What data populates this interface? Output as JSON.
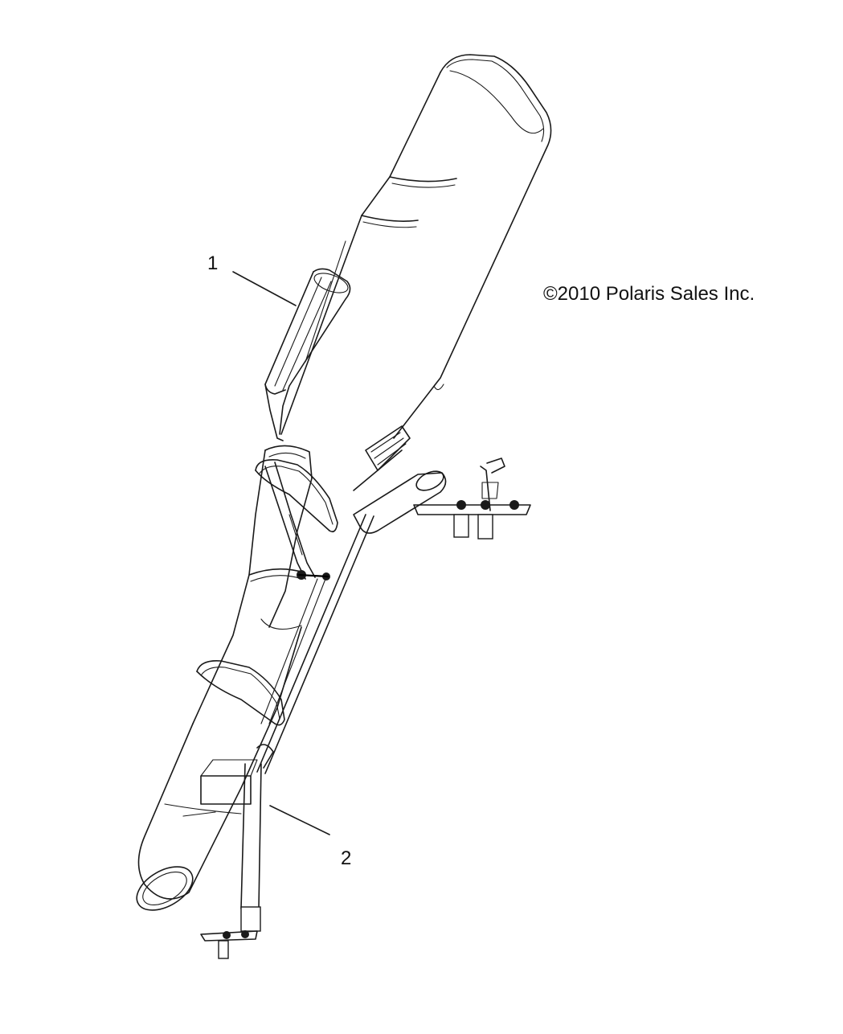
{
  "diagram": {
    "callouts": [
      {
        "id": "1",
        "label": "1"
      },
      {
        "id": "2",
        "label": "2"
      }
    ],
    "copyright": "©2010 Polaris Sales Inc."
  }
}
